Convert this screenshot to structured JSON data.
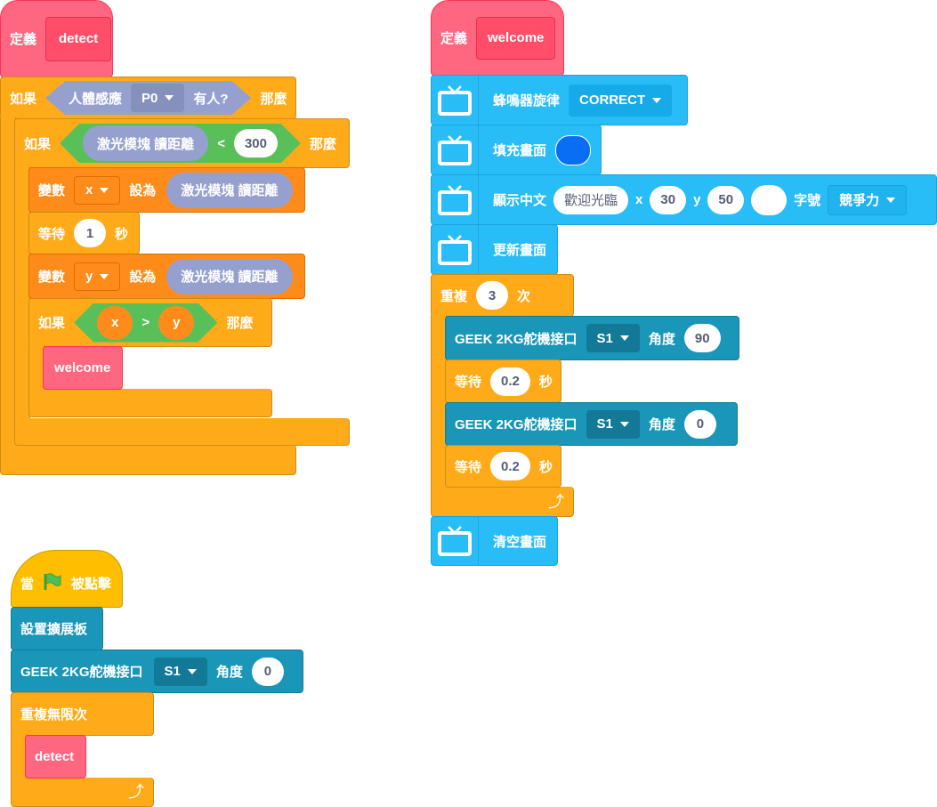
{
  "detect_script": {
    "define_label": "定義",
    "proc_name": "detect",
    "if1": {
      "if_label": "如果",
      "sensor": "人體感應",
      "pin": "P0",
      "suffix": "有人?",
      "then_label": "那麼"
    },
    "if2": {
      "if_label": "如果",
      "reporter": "激光模塊 讀距離",
      "op": "<",
      "value": "300",
      "then_label": "那麼"
    },
    "set_x": {
      "label": "變數",
      "var": "x",
      "set_to": "設為",
      "reporter": "激光模塊 讀距離"
    },
    "wait1": {
      "label": "等待",
      "value": "1",
      "unit": "秒"
    },
    "set_y": {
      "label": "變數",
      "var": "y",
      "set_to": "設為",
      "reporter": "激光模塊 讀距離"
    },
    "if3": {
      "if_label": "如果",
      "left": "x",
      "op": ">",
      "right": "y",
      "then_label": "那麼"
    },
    "call": "welcome"
  },
  "flag_script": {
    "when": "當",
    "clicked": "被點擊",
    "setup": "設置擴展板",
    "servo": {
      "label": "GEEK 2KG舵機接口",
      "port": "S1",
      "angle_label": "角度",
      "angle": "0"
    },
    "forever": "重複無限次",
    "call": "detect"
  },
  "welcome_script": {
    "define_label": "定義",
    "proc_name": "welcome",
    "buzzer": {
      "label": "蜂鳴器旋律",
      "melody": "CORRECT"
    },
    "fill": {
      "label": "填充畫面",
      "color": "#0A6EF5"
    },
    "text": {
      "label": "顯示中文",
      "value": "歡迎光臨",
      "x_label": "x",
      "x": "30",
      "y_label": "y",
      "y": "50",
      "color": "#FFFFFF",
      "size_label": "字號",
      "font": "競爭力"
    },
    "refresh": "更新畫面",
    "repeat": {
      "label": "重複",
      "times": "3",
      "unit": "次"
    },
    "servo1": {
      "label": "GEEK 2KG舵機接口",
      "port": "S1",
      "angle_label": "角度",
      "angle": "90"
    },
    "wait1": {
      "label": "等待",
      "value": "0.2",
      "unit": "秒"
    },
    "servo2": {
      "label": "GEEK 2KG舵機接口",
      "port": "S1",
      "angle_label": "角度",
      "angle": "0"
    },
    "wait2": {
      "label": "等待",
      "value": "0.2",
      "unit": "秒"
    },
    "clear": "清空畫面"
  }
}
